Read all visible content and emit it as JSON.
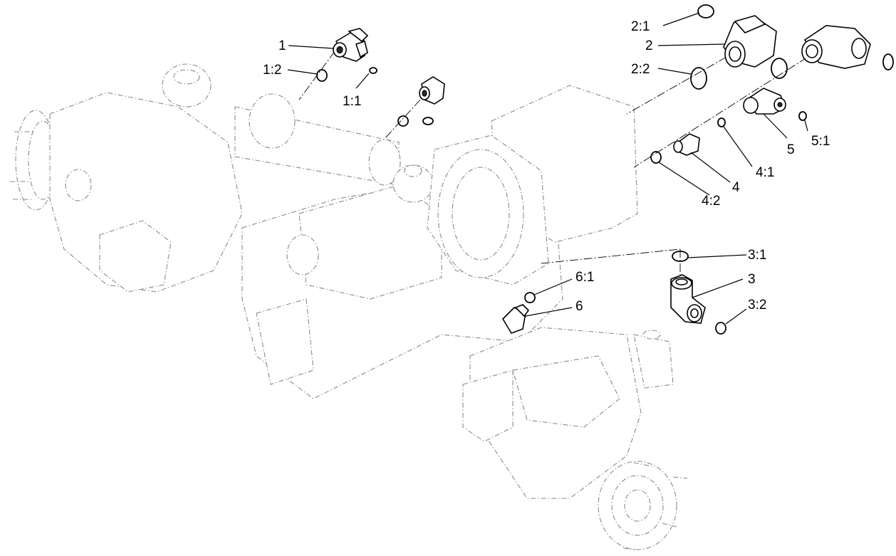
{
  "diagram": {
    "callouts": [
      {
        "id": "p1",
        "label": "1"
      },
      {
        "id": "p1_2",
        "label": "1:2"
      },
      {
        "id": "p1_1",
        "label": "1:1"
      },
      {
        "id": "p2_1",
        "label": "2:1"
      },
      {
        "id": "p2",
        "label": "2"
      },
      {
        "id": "p2_2",
        "label": "2:2"
      },
      {
        "id": "p5",
        "label": "5"
      },
      {
        "id": "p5_1",
        "label": "5:1"
      },
      {
        "id": "p4_1",
        "label": "4:1"
      },
      {
        "id": "p4",
        "label": "4"
      },
      {
        "id": "p4_2",
        "label": "4:2"
      },
      {
        "id": "p3_1",
        "label": "3:1"
      },
      {
        "id": "p3",
        "label": "3"
      },
      {
        "id": "p3_2",
        "label": "3:2"
      },
      {
        "id": "p6_1",
        "label": "6:1"
      },
      {
        "id": "p6",
        "label": "6"
      }
    ]
  }
}
